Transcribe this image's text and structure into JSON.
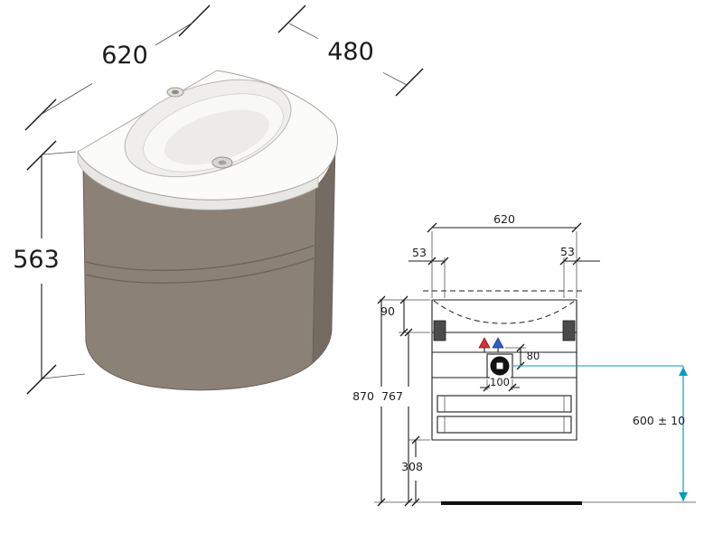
{
  "page": {
    "background": "#ffffff"
  },
  "colors": {
    "line": "#1c1c1c",
    "accent": "#0a9cc0",
    "hot": "#d63030",
    "cold": "#2e5fd0",
    "cabinet": "#8b8177",
    "cabinet_side": "#746b62",
    "rim": "#e9e7e3",
    "basin_fill": "#efeeec"
  },
  "iso_view": {
    "width_mm": "620",
    "depth_mm": "480",
    "height_mm": "563"
  },
  "front_view": {
    "width_mm": "620",
    "offset_left_mm": "53",
    "offset_right_mm": "53",
    "top_inset_mm": "90",
    "overall_height_mm": "870",
    "carcass_height_mm": "767",
    "valve_offset_mm": "80",
    "trap_width_mm": "100",
    "under_clearance_mm": "308",
    "drain_height_mm": "600 ± 10"
  }
}
